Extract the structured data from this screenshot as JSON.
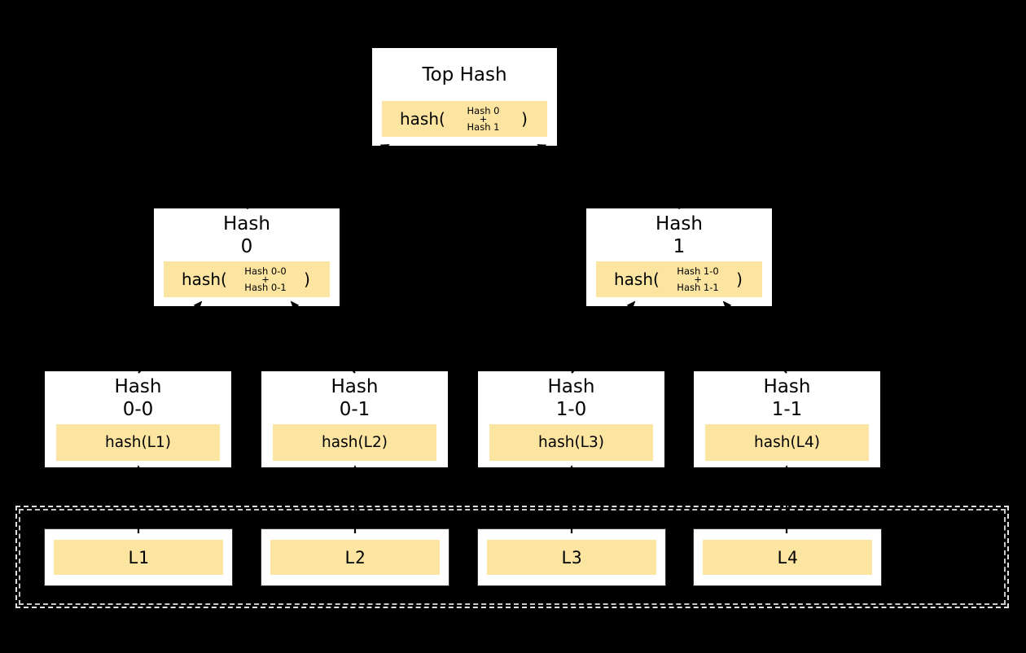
{
  "colors": {
    "background": "#000000",
    "node_fill": "#ffffff",
    "node_border": "#000000",
    "hash_fill": "#fbe5a1",
    "text": "#000000",
    "dashed_border": "#e2e2e2",
    "arrow": "#000000"
  },
  "root": {
    "title": "Top Hash",
    "hash_prefix": "hash(",
    "operand_top": "Hash 0",
    "operator": "+",
    "operand_bottom": "Hash 1",
    "hash_suffix": ")"
  },
  "internal": [
    {
      "title_line1": "Hash",
      "title_line2": "0",
      "hash_prefix": "hash(",
      "operand_top": "Hash 0-0",
      "operator": "+",
      "operand_bottom": "Hash 0-1",
      "hash_suffix": ")"
    },
    {
      "title_line1": "Hash",
      "title_line2": "1",
      "hash_prefix": "hash(",
      "operand_top": "Hash 1-0",
      "operator": "+",
      "operand_bottom": "Hash 1-1",
      "hash_suffix": ")"
    }
  ],
  "leaves": [
    {
      "title_line1": "Hash",
      "title_line2": "0-0",
      "hash_label": "hash(L1)"
    },
    {
      "title_line1": "Hash",
      "title_line2": "0-1",
      "hash_label": "hash(L2)"
    },
    {
      "title_line1": "Hash",
      "title_line2": "1-0",
      "hash_label": "hash(L3)"
    },
    {
      "title_line1": "Hash",
      "title_line2": "1-1",
      "hash_label": "hash(L4)"
    }
  ],
  "data_blocks": [
    {
      "label": "L1"
    },
    {
      "label": "L2"
    },
    {
      "label": "L3"
    },
    {
      "label": "L4"
    }
  ]
}
